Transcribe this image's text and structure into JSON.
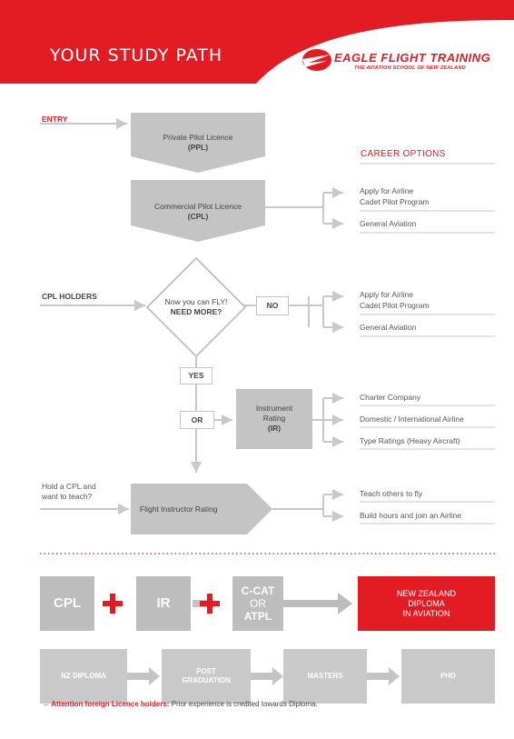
{
  "header": {
    "title": "YOUR STUDY PATH",
    "brand": "EAGLE FLIGHT TRAINING",
    "tagline": "THE AVIATION SCHOOL OF NEW ZEALAND",
    "colors": {
      "accent": "#e31b23",
      "box_gray": "#c4c4c4",
      "line_gray": "#c8c8c8"
    }
  },
  "flow": {
    "entry_label": "ENTRY",
    "ppl": {
      "line1": "Private Pilot Licence",
      "line2": "(PPL)"
    },
    "cpl": {
      "line1": "Commercial Pilot Licence",
      "line2": "(CPL)"
    },
    "cpl_holders_label": "CPL HOLDERS",
    "decision": {
      "line1": "Now you can FLY!",
      "line2": "NEED MORE?"
    },
    "no_label": "NO",
    "yes_label": "YES",
    "or_label": "OR",
    "ir": {
      "line1": "Instrument",
      "line2": "Rating",
      "line3": "(IR)"
    },
    "teach": {
      "line1": "Hold a CPL and",
      "line2": "want to teach?"
    },
    "fir_label": "Flight Instructor Rating"
  },
  "career": {
    "heading": "CAREER OPTIONS",
    "cpl_options": [
      "Apply for Airline",
      "Cadet Pilot Program",
      "General Aviation"
    ],
    "no_options": [
      "Apply for Airline",
      "Cadet Pilot Program",
      "General Aviation"
    ],
    "ir_options": [
      "Charter Company",
      "Domestic / International Airline",
      "Type Ratings (Heavy Aircraft)"
    ],
    "fir_options": [
      "Teach others to fly",
      "Build hours and join an Airline"
    ]
  },
  "diploma": {
    "cpl": "CPL",
    "ir": "IR",
    "ccat": {
      "line1": "C-CAT",
      "line2": "OR",
      "line3": "ATPL"
    },
    "nz": {
      "line1": "NEW ZEALAND",
      "line2": "DIPLOMA",
      "line3": "IN AVIATION"
    },
    "steps": [
      "NZ DIPLOMA",
      "POST",
      "GRADUATION",
      "MASTERS",
      "PHD"
    ]
  },
  "footer": {
    "arrow": "→",
    "bold": "Attention foreign Licence holders:",
    "rest": " Prior experience is credited towards Diploma."
  }
}
